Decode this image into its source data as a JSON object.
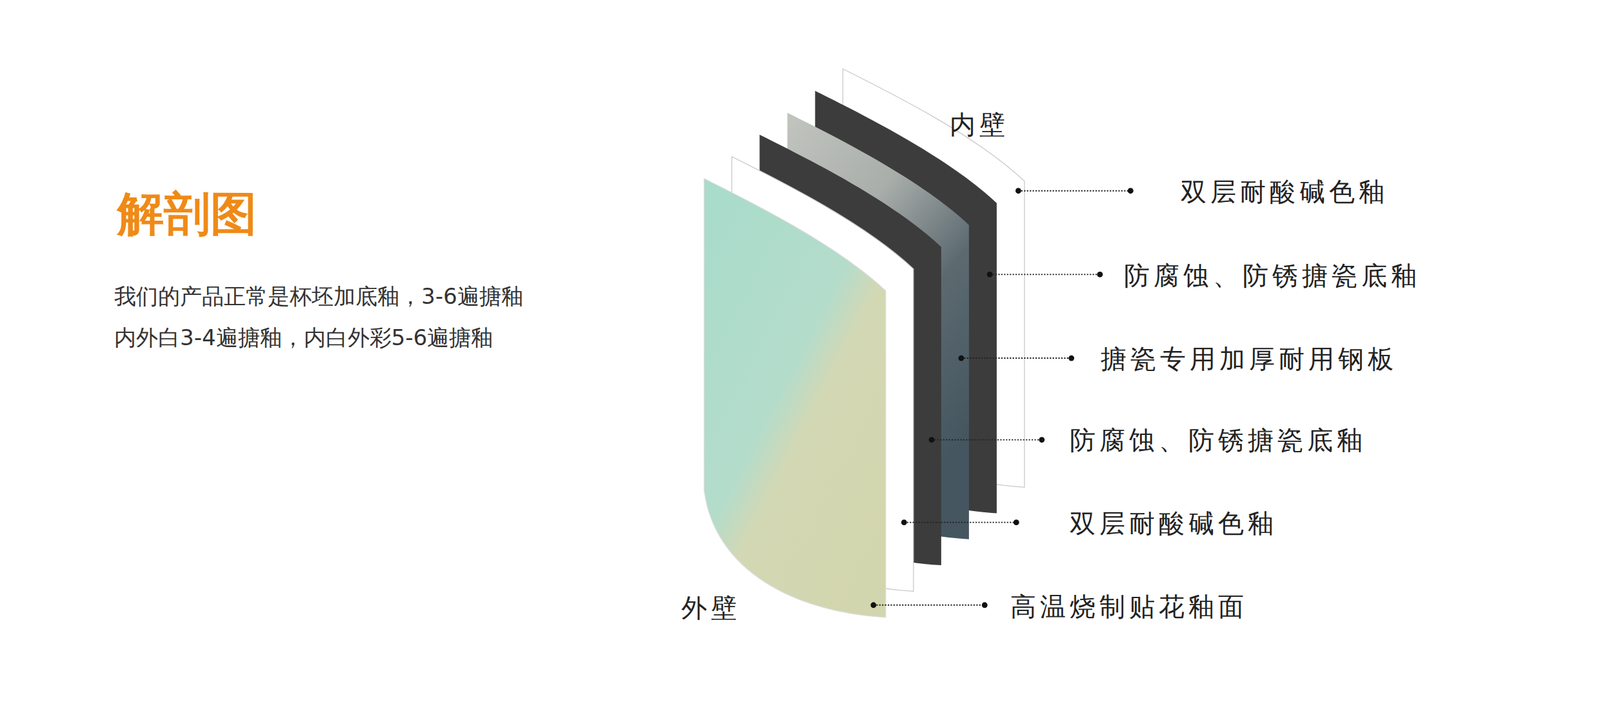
{
  "diagram": {
    "title": "解剖图",
    "labels": [
      "我们的产品正常是杯坯加底釉，3-6遍搪釉",
      "内外白3-4遍搪釉，内白外彩5-6遍搪釉",
      "内壁",
      "双层耐酸碱色釉",
      "防腐蚀、防锈搪瓷底釉",
      "搪瓷专用加厚耐用钢板",
      "防腐蚀、防锈搪瓷底釉",
      "双层耐酸碱色釉",
      "高温烧制贴花釉面",
      "外壁"
    ]
  }
}
